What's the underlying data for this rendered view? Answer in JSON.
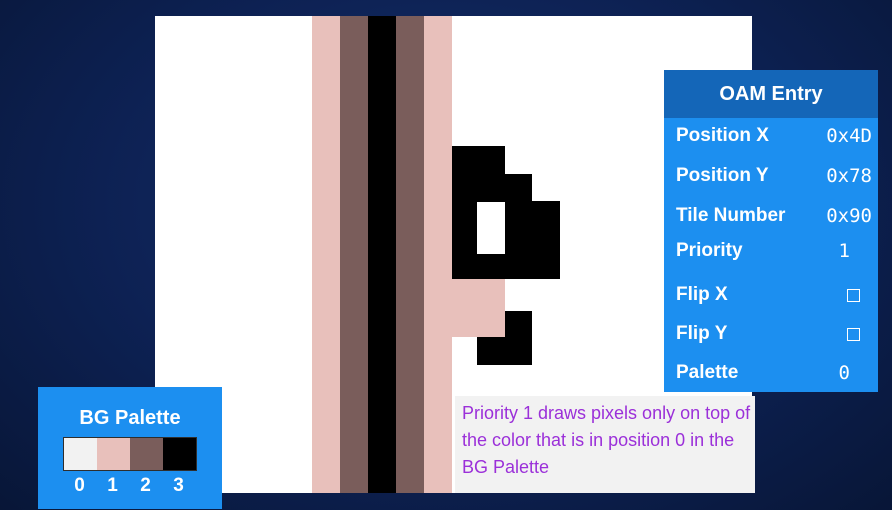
{
  "colors": {
    "palette_0": "#f2f2f2",
    "palette_1": "#e8c0bb",
    "palette_2": "#7a5d5b",
    "palette_3": "#000000",
    "panel_blue": "#1c8ff0",
    "header_blue": "#1466b8",
    "caption_purple": "#9b30d9"
  },
  "oam": {
    "title": "OAM Entry",
    "rows": [
      {
        "label": "Position X",
        "value": "0x4D"
      },
      {
        "label": "Position Y",
        "value": "0x78"
      },
      {
        "label": "Tile Number",
        "value": "0x90"
      },
      {
        "label": "Priority",
        "value": "1"
      },
      {
        "label": "Flip X",
        "value": ""
      },
      {
        "label": "Flip Y",
        "value": ""
      },
      {
        "label": "Palette",
        "value": "0"
      }
    ],
    "flip_x_checked": false,
    "flip_y_checked": false
  },
  "bg_palette": {
    "title": "BG Palette",
    "indices": [
      "0",
      "1",
      "2",
      "3"
    ]
  },
  "caption": "Priority 1 draws pixels only on top of the color that is in position 0 in the BG Palette"
}
